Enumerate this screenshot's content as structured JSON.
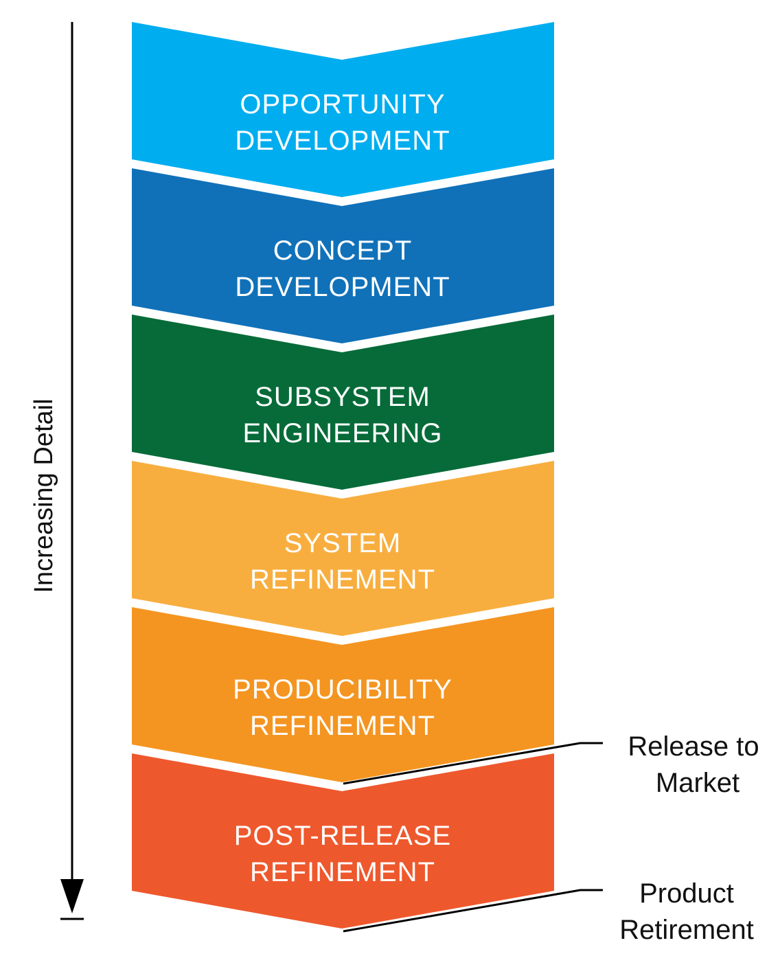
{
  "axis": {
    "label": "Increasing Detail"
  },
  "stages": [
    {
      "line1": "OPPORTUNITY",
      "line2": "DEVELOPMENT",
      "color": "#00ADEF"
    },
    {
      "line1": "CONCEPT",
      "line2": "DEVELOPMENT",
      "color": "#1071B9"
    },
    {
      "line1": "SUBSYSTEM",
      "line2": "ENGINEERING",
      "color": "#066B39"
    },
    {
      "line1": "SYSTEM",
      "line2": "REFINEMENT",
      "color": "#F8AE3F"
    },
    {
      "line1": "PRODUCIBILITY",
      "line2": "REFINEMENT",
      "color": "#F49521"
    },
    {
      "line1": "POST-RELEASE",
      "line2": "REFINEMENT",
      "color": "#EE582D"
    }
  ],
  "milestones": {
    "release": {
      "line1": "Release to",
      "line2": "Market"
    },
    "retirement": {
      "line1": "Product",
      "line2": "Retirement"
    }
  }
}
